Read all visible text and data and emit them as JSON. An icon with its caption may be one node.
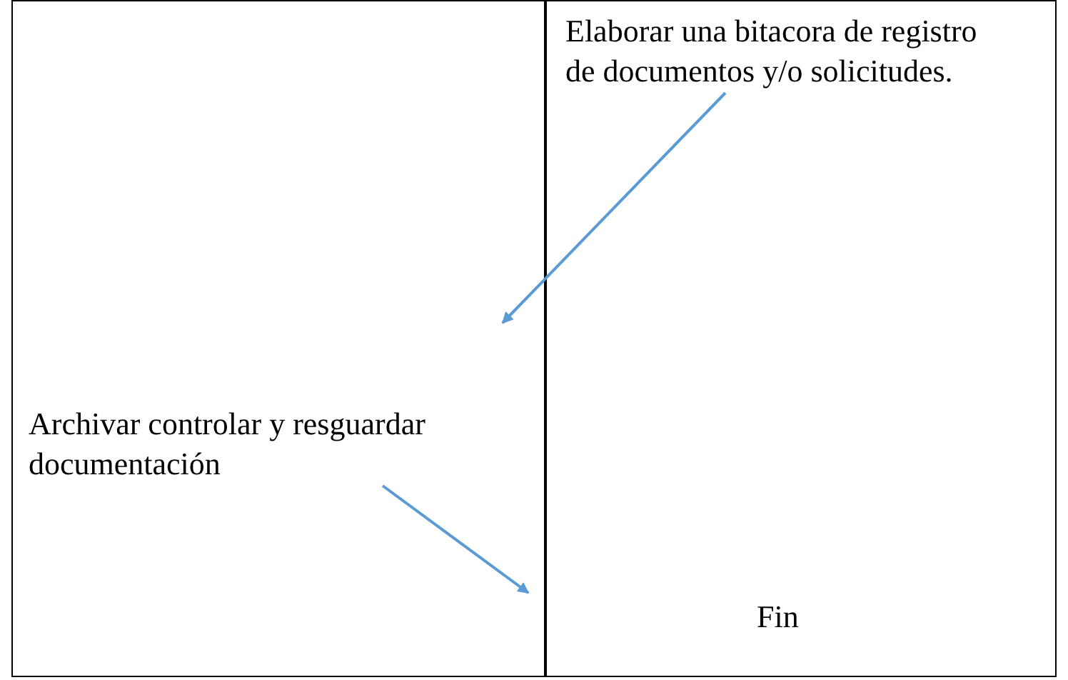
{
  "diagram": {
    "nodes": [
      {
        "text": [
          "Elaborar una bitacora de registro de documentos y/o solicitudes."
        ]
      },
      {
        "text": [
          "Archivar controlar y resguardar documentación"
        ]
      }
    ],
    "edges": [
      {
        "from": 0,
        "to": null,
        "arrow": "to"
      },
      {
        "from": 1,
        "to": null,
        "arrow": "to"
      }
    ],
    "labels": [
      "Fin"
    ]
  }
}
